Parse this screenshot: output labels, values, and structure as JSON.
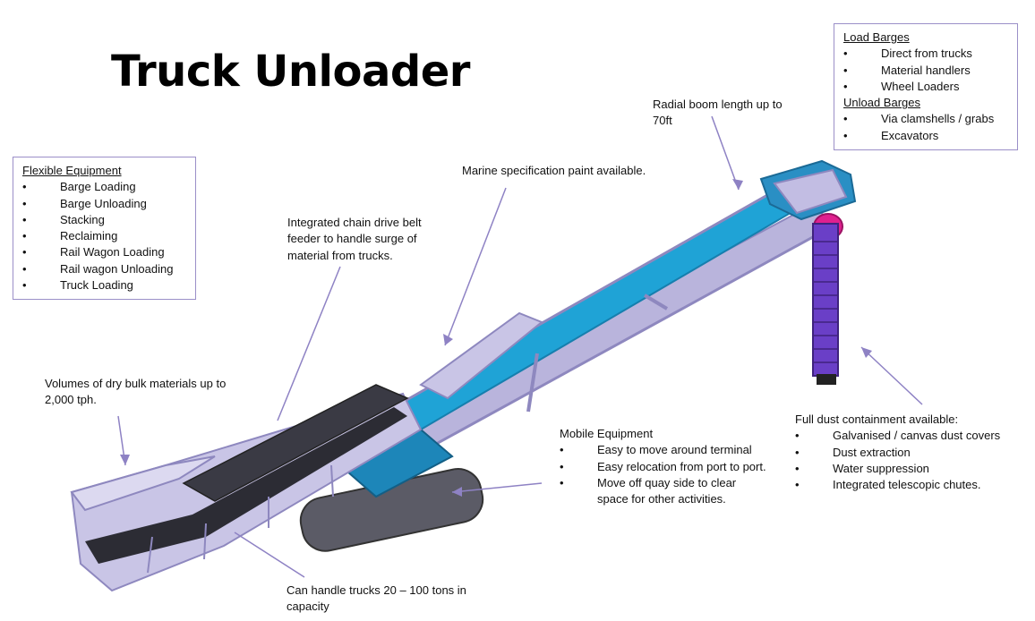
{
  "title": "Truck Unloader",
  "flexible_equipment": {
    "heading": "Flexible Equipment",
    "items": [
      "Barge Loading",
      "Barge Unloading",
      "Stacking",
      "Reclaiming",
      "Rail Wagon Loading",
      "Rail wagon Unloading",
      "Truck Loading"
    ]
  },
  "barges": {
    "load_heading": "Load Barges",
    "load_items": [
      "Direct from trucks",
      "Material handlers",
      "Wheel  Loaders"
    ],
    "unload_heading": "Unload Barges",
    "unload_items": [
      "Via clamshells / grabs",
      "Excavators"
    ]
  },
  "notes": {
    "radial_boom": "Radial boom length up to 70ft",
    "marine_paint": "Marine specification paint available.",
    "chain_drive": "Integrated chain drive belt feeder to handle surge of material from trucks.",
    "volumes": "Volumes of dry bulk materials up to 2,000 tph.",
    "trucks": "Can handle trucks 20 – 100 tons in capacity"
  },
  "mobile_equipment": {
    "heading": "Mobile Equipment",
    "items": [
      "Easy to move around terminal",
      "Easy relocation from port to port.",
      "Move off quay side to clear space for other activities."
    ]
  },
  "dust": {
    "heading": "Full dust containment available:",
    "items": [
      "Galvanised / canvas dust covers",
      "Dust extraction",
      "Water suppression",
      "Integrated telescopic chutes."
    ]
  },
  "colors": {
    "frame": "#b9b4dc",
    "frame_dark": "#8e88bf",
    "belt": "#1fa3d6",
    "belt_dark": "#167fae",
    "chute": "#6a3fc7",
    "hopper_inner": "#2c2c34",
    "magenta": "#e0208f",
    "track": "#5b5b66",
    "pointer": "#8e82c4"
  }
}
